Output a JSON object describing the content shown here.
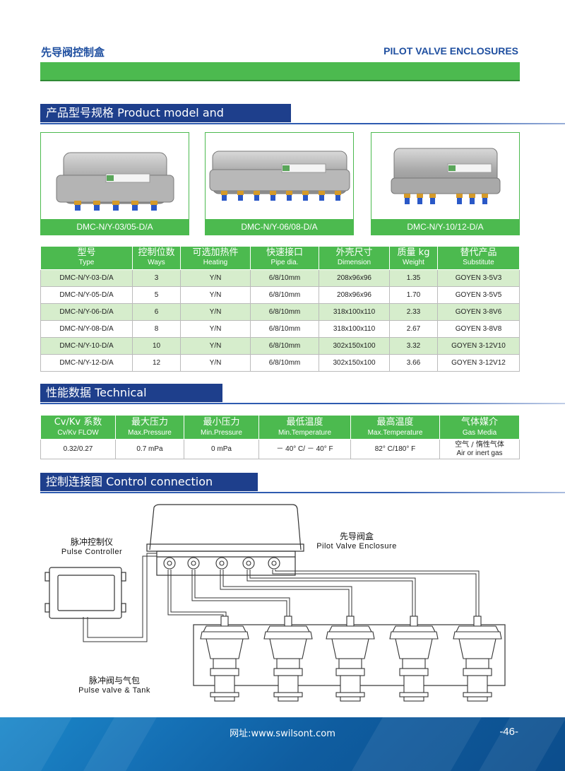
{
  "header": {
    "title_cn": "先导阀控制盒",
    "title_en": "PILOT VALVE ENCLOSURES"
  },
  "sections": {
    "product": "产品型号规格 Product model and specification",
    "technical": "性能数据 Technical specification",
    "diagram": "控制连接图 Control connection diagram"
  },
  "products": [
    {
      "caption": "DMC-N/Y-03/05-D/A"
    },
    {
      "caption": "DMC-N/Y-06/08-D/A"
    },
    {
      "caption": "DMC-N/Y-10/12-D/A"
    }
  ],
  "spec_table": {
    "headers": [
      {
        "cn": "型号",
        "en": "Type"
      },
      {
        "cn": "控制位数",
        "en": "Ways"
      },
      {
        "cn": "可选加热件",
        "en": "Heating"
      },
      {
        "cn": "快速接口",
        "en": "Pipe dia."
      },
      {
        "cn": "外壳尺寸",
        "en": "Dimension"
      },
      {
        "cn": "质量 kg",
        "en": "Weight"
      },
      {
        "cn": "替代产品",
        "en": "Substitute"
      }
    ],
    "rows": [
      [
        "DMC-N/Y-03-D/A",
        "3",
        "Y/N",
        "6/8/10mm",
        "208x96x96",
        "1.35",
        "GOYEN 3-5V3"
      ],
      [
        "DMC-N/Y-05-D/A",
        "5",
        "Y/N",
        "6/8/10mm",
        "208x96x96",
        "1.70",
        "GOYEN 3-5V5"
      ],
      [
        "DMC-N/Y-06-D/A",
        "6",
        "Y/N",
        "6/8/10mm",
        "318x100x110",
        "2.33",
        "GOYEN 3-8V6"
      ],
      [
        "DMC-N/Y-08-D/A",
        "8",
        "Y/N",
        "6/8/10mm",
        "318x100x110",
        "2.67",
        "GOYEN 3-8V8"
      ],
      [
        "DMC-N/Y-10-D/A",
        "10",
        "Y/N",
        "6/8/10mm",
        "302x150x100",
        "3.32",
        "GOYEN 3-12V10"
      ],
      [
        "DMC-N/Y-12-D/A",
        "12",
        "Y/N",
        "6/8/10mm",
        "302x150x100",
        "3.66",
        "GOYEN 3-12V12"
      ]
    ]
  },
  "tech_table": {
    "headers": [
      {
        "cn": "Cv/Kv 系数",
        "en": "Cv/Kv FLOW"
      },
      {
        "cn": "最大压力",
        "en": "Max.Pressure"
      },
      {
        "cn": "最小压力",
        "en": "Min.Pressure"
      },
      {
        "cn": "最低温度",
        "en": "Min.Temperature"
      },
      {
        "cn": "最高温度",
        "en": "Max.Temperature"
      },
      {
        "cn": "气体媒介",
        "en": "Gas Media"
      }
    ],
    "row": [
      "0.32/0.27",
      "0.7 mPa",
      "0 mPa",
      "－ 40° C/ － 40° F",
      "82° C/180° F"
    ],
    "gas_media": {
      "cn": "空气 / 惰性气体",
      "en": "Air or inert gas"
    }
  },
  "diagram": {
    "controller": {
      "cn": "脉冲控制仪",
      "en": "Pulse Controller"
    },
    "enclosure": {
      "cn": "先导阀盒",
      "en": "Pilot Valve Enclosure"
    },
    "valves": {
      "cn": "脉冲阀与气包",
      "en": "Pulse valve & Tank"
    }
  },
  "footer": {
    "url": "网址:www.swilsont.com",
    "page": "-46-"
  },
  "colors": {
    "green": "#4cba4f",
    "navy": "#1e3f8c",
    "title_blue": "#1f4fa0",
    "row_alt": "#d6edcc"
  }
}
